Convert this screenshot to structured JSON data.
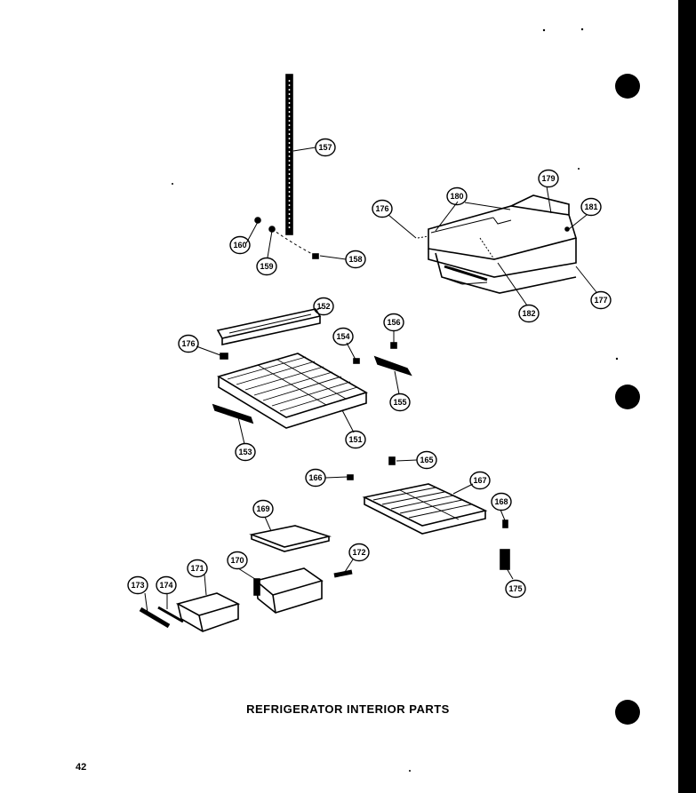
{
  "title": "REFRIGERATOR INTERIOR PARTS",
  "page_number": "42",
  "colors": {
    "ink": "#000000",
    "paper": "#ffffff"
  },
  "callouts": [
    {
      "id": "c157",
      "label": "157"
    },
    {
      "id": "c160",
      "label": "160"
    },
    {
      "id": "c159",
      "label": "159"
    },
    {
      "id": "c158",
      "label": "158"
    },
    {
      "id": "c176a",
      "label": "176"
    },
    {
      "id": "c180",
      "label": "180"
    },
    {
      "id": "c179",
      "label": "179"
    },
    {
      "id": "c181",
      "label": "181"
    },
    {
      "id": "c177",
      "label": "177"
    },
    {
      "id": "c182",
      "label": "182"
    },
    {
      "id": "c152",
      "label": "152"
    },
    {
      "id": "c176b",
      "label": "176"
    },
    {
      "id": "c154",
      "label": "154"
    },
    {
      "id": "c156",
      "label": "156"
    },
    {
      "id": "c155",
      "label": "155"
    },
    {
      "id": "c151",
      "label": "151"
    },
    {
      "id": "c153",
      "label": "153"
    },
    {
      "id": "c165",
      "label": "165"
    },
    {
      "id": "c166",
      "label": "166"
    },
    {
      "id": "c167",
      "label": "167"
    },
    {
      "id": "c168",
      "label": "168"
    },
    {
      "id": "c169",
      "label": "169"
    },
    {
      "id": "c172",
      "label": "172"
    },
    {
      "id": "c171",
      "label": "171"
    },
    {
      "id": "c170",
      "label": "170"
    },
    {
      "id": "c173",
      "label": "173"
    },
    {
      "id": "c174",
      "label": "174"
    },
    {
      "id": "c175",
      "label": "175"
    }
  ]
}
